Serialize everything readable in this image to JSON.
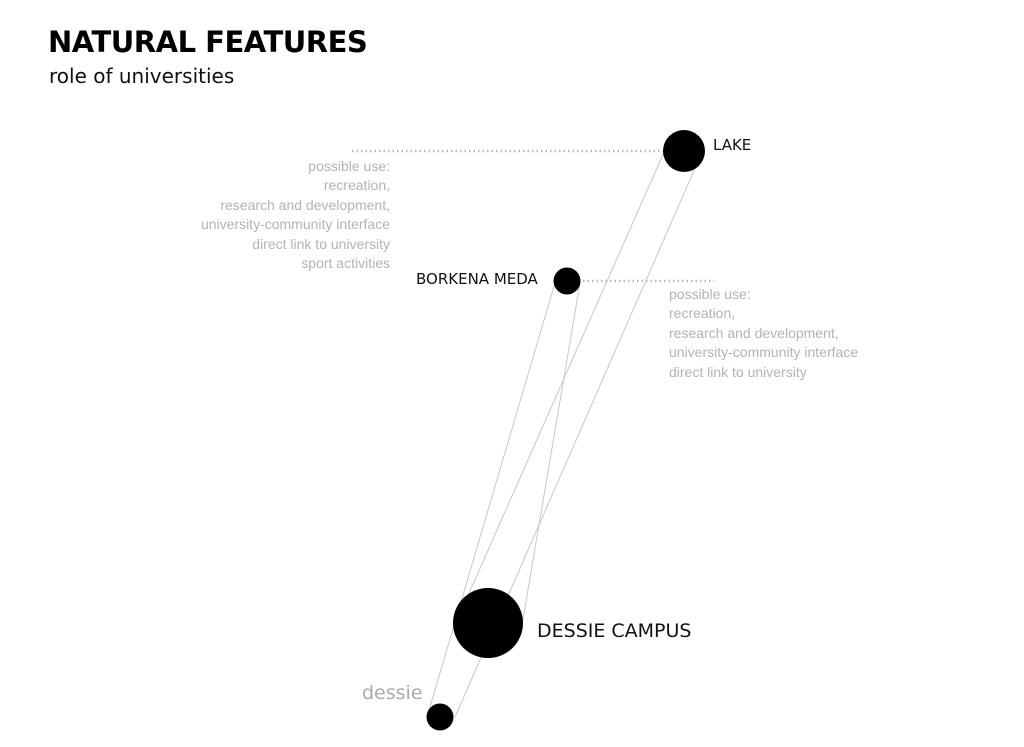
{
  "header": {
    "title": "NATURAL FEATURES",
    "subtitle": "role of universities"
  },
  "nodes": {
    "lake": {
      "label": "LAKE"
    },
    "borkena_meda": {
      "label": "BORKENA MEDA"
    },
    "dessie_campus": {
      "label": "DESSIE CAMPUS"
    },
    "dessie": {
      "label": "dessie"
    }
  },
  "annotations": {
    "lake_uses": [
      "possible use:",
      "recreation,",
      "research and development,",
      "university-community interface",
      "direct link to university",
      "sport activities"
    ],
    "borkena_uses": [
      "possible use:",
      "recreation,",
      "research and development,",
      "university-community interface",
      "direct link to university"
    ]
  },
  "colors": {
    "node": "#000000",
    "connector": "#c8c8c8",
    "leader": "#b8b8b8",
    "annotation_text": "#b3b3b3",
    "town_label": "#aaaaaa"
  }
}
